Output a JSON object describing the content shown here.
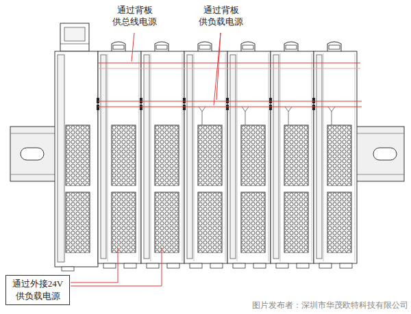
{
  "diagram": {
    "nodes": [
      {
        "text": [
          "通过外接24V供负载电源"
        ]
      }
    ],
    "labels": [
      "通过背板供总线电源",
      "通过背板供负载电源",
      "图片发布者：深圳市华茂欧特科技有限公司"
    ]
  }
}
